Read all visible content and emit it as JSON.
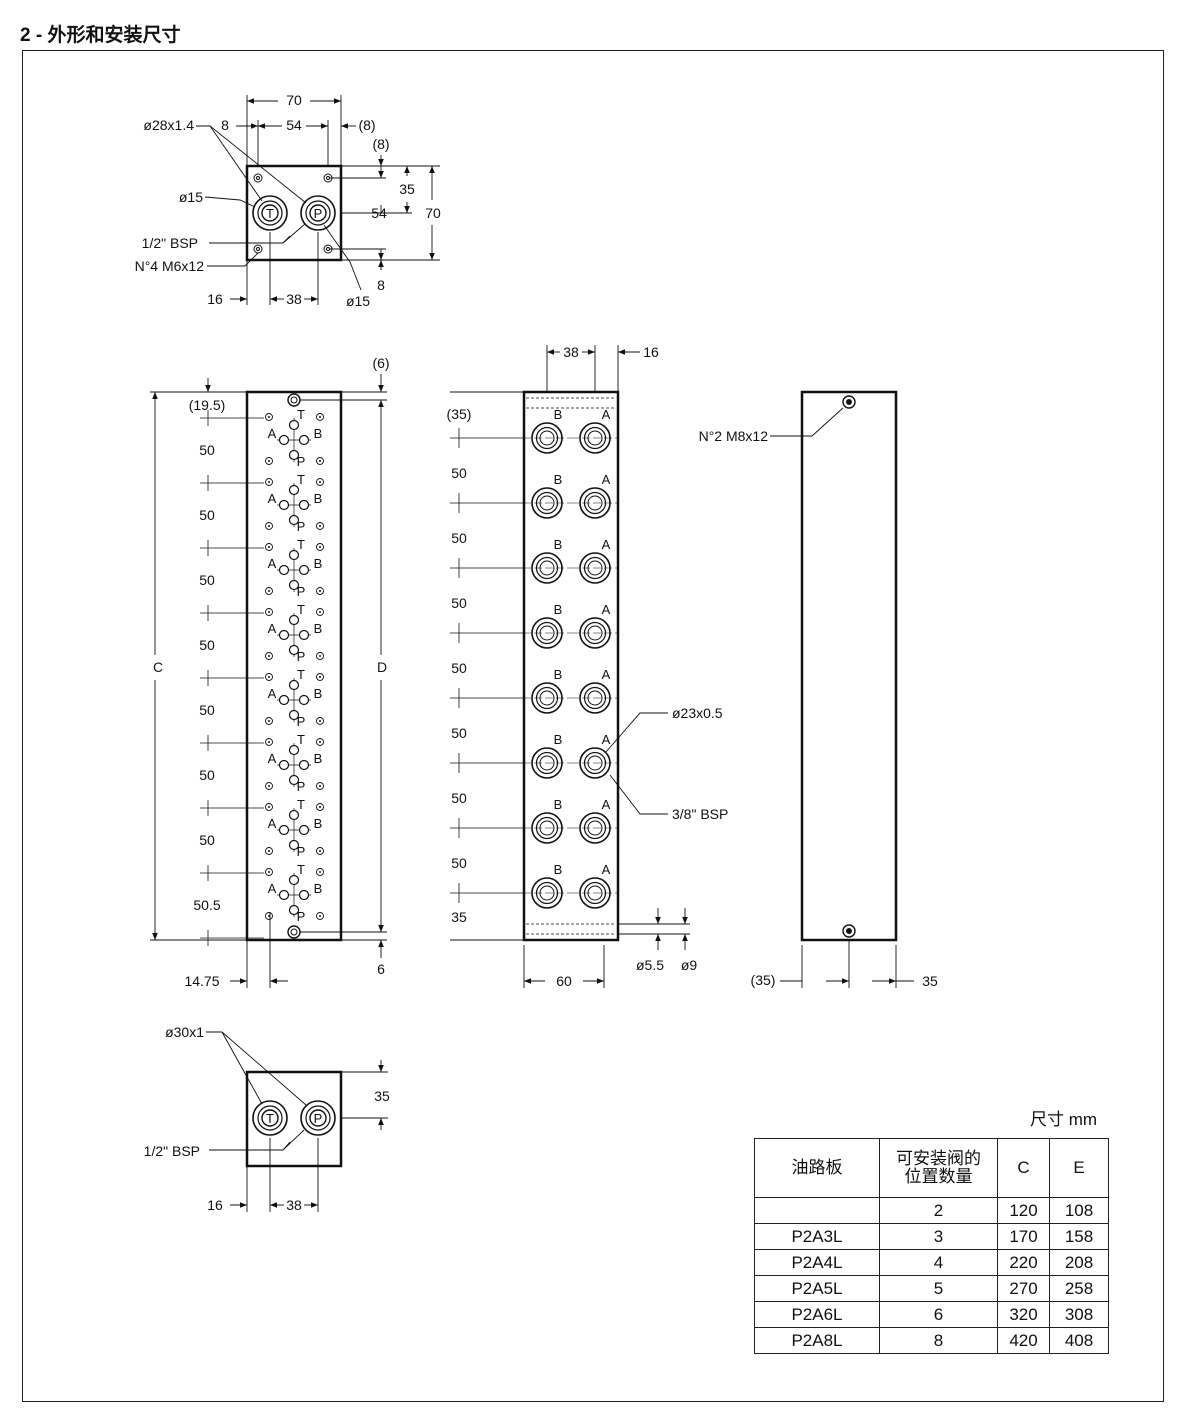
{
  "section_title": "2 - 外形和安装尺寸",
  "units_label": "尺寸  mm",
  "top_view": {
    "port_left": "T",
    "port_right": "P",
    "dims": {
      "total_width": "70",
      "edge_left": "8",
      "hole_spacing": "54",
      "edge_right": "(8)",
      "edge_top": "(8)",
      "port_offset_y": "35",
      "hole_spacing_v": "54",
      "total_height": "70",
      "bottom_edge": "8",
      "port_left_x": "16",
      "port_spacing": "38"
    },
    "callouts": {
      "seal": "ø28x1.4",
      "port_diameter_left": "ø15",
      "port_diameter_right": "ø15",
      "thread": "1/2\" BSP",
      "mounting_holes": "N°4 M6x12"
    }
  },
  "long_view": {
    "dims": {
      "top_offset": "(19.5)",
      "pitch": "50",
      "last_pitch": "50.5",
      "overall_c": "C",
      "overall_d": "D",
      "top_edge": "(6)",
      "bottom_edge": "6",
      "bottom_hole_x": "14.75"
    },
    "port_letters": {
      "top": "T",
      "left": "A",
      "right": "B",
      "bottom": "P"
    }
  },
  "side_view": {
    "dims": {
      "top_offset": "(35)",
      "pitch": "50",
      "bottom_offset": "35",
      "port_spacing": "38",
      "right_edge": "16",
      "width": "60",
      "drain_dia": "ø5.5",
      "drain_depth": "ø9"
    },
    "port_letters": {
      "left": "B",
      "right": "A"
    },
    "callouts": {
      "seal": "ø23x0.5",
      "thread": "3/8\" BSP"
    }
  },
  "back_view": {
    "callouts": {
      "mounting_holes": "N°2 M8x12"
    },
    "dims": {
      "left": "(35)",
      "right": "35"
    }
  },
  "end_view": {
    "port_left": "T",
    "port_right": "P",
    "dims": {
      "port_offset_y": "35",
      "port_left_x": "16",
      "port_spacing": "38"
    },
    "callouts": {
      "seal": "ø30x1",
      "thread": "1/2\" BSP"
    }
  },
  "table": {
    "headers": [
      "油路板",
      "可安装阀的\n位置数量",
      "C",
      "E"
    ],
    "rows": [
      [
        "",
        "2",
        "120",
        "108"
      ],
      [
        "P2A3L",
        "3",
        "170",
        "158"
      ],
      [
        "P2A4L",
        "4",
        "220",
        "208"
      ],
      [
        "P2A5L",
        "5",
        "270",
        "258"
      ],
      [
        "P2A6L",
        "6",
        "320",
        "308"
      ],
      [
        "P2A8L",
        "8",
        "420",
        "408"
      ]
    ]
  }
}
